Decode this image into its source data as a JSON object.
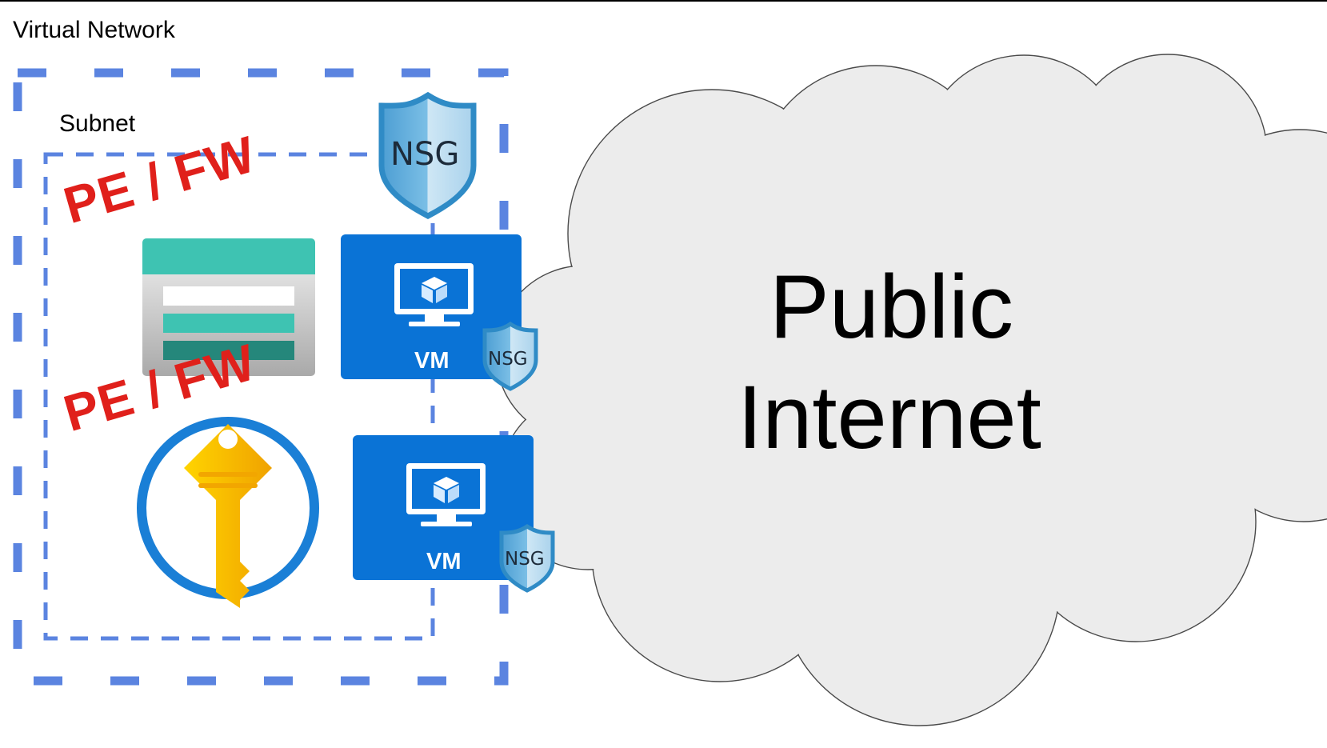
{
  "virtual_network": {
    "label": "Virtual Network"
  },
  "subnet": {
    "label": "Subnet"
  },
  "annotations": {
    "storage_pe_fw": "PE / FW",
    "keyvault_pe_fw": "PE / FW"
  },
  "nsg": {
    "subnet_nsg_label": "NSG",
    "vm1_nsg_label": "NSG",
    "vm2_nsg_label": "NSG"
  },
  "vms": [
    {
      "label": "VM"
    },
    {
      "label": "VM"
    }
  ],
  "cloud": {
    "line1": "Public",
    "line2": "Internet"
  },
  "icons": [
    "storage-account-icon",
    "key-vault-icon",
    "virtual-machine-icon",
    "nsg-shield-icon",
    "public-internet-cloud"
  ],
  "colors": {
    "vnet_border": "#5b84e0",
    "vm_tile": "#0a73d6",
    "annotation_red": "#e0201b",
    "cloud_fill": "#ececec",
    "shield_blue": "#5aa8d8",
    "key_gold": "#f5b800"
  }
}
